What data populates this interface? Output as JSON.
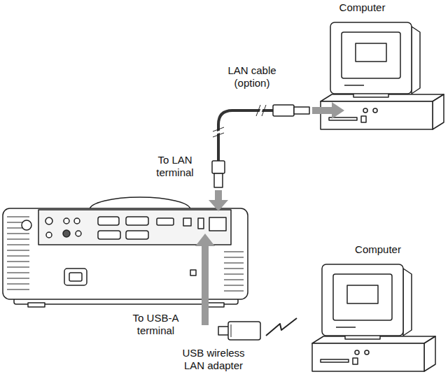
{
  "diagram": {
    "nodes": [
      {
        "text": [
          "Computer"
        ]
      },
      {
        "text": [
          "Computer"
        ]
      }
    ],
    "labels": [
      "LAN cable (option)",
      "To LAN terminal",
      "To USB-A terminal",
      "USB wireless LAN adapter"
    ]
  }
}
